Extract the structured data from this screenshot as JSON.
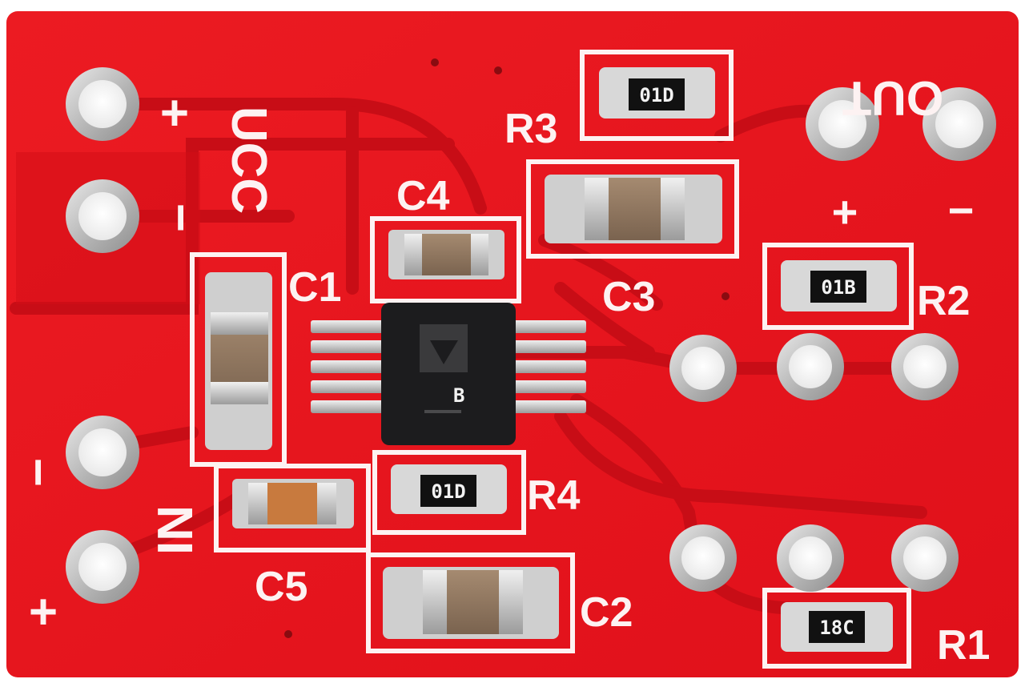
{
  "image_description_labels": {
    "vcc_label": "UCC",
    "vcc_plus": "+",
    "vcc_minus": "−",
    "out_label": "OUT",
    "out_plus": "+",
    "out_minus": "−",
    "in_label": "IN",
    "in_plus": "+",
    "in_minus": "−"
  },
  "designators": {
    "r1": "R1",
    "r2": "R2",
    "r3": "R3",
    "r4": "R4",
    "c1": "C1",
    "c2": "C2",
    "c3": "C3",
    "c4": "C4",
    "c5": "C5"
  },
  "resistor_markings": {
    "r1": "18C",
    "r2": "01B",
    "r3": "01D",
    "r4": "01D"
  },
  "ic": {
    "marking": "B",
    "logo": "triangle-logo"
  },
  "colors": {
    "pcb": "#e8121d",
    "pcb_dark": "#c80d16",
    "silkscreen": "#fdf2f2",
    "pad": "#c9c9c9",
    "ic_body": "#1c1c1e"
  }
}
